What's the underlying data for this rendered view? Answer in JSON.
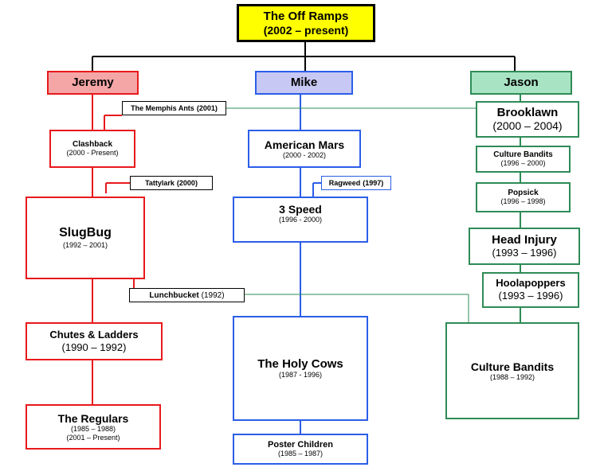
{
  "root": {
    "name": "The Off Ramps",
    "years": "(2002 – present)"
  },
  "members": {
    "jeremy": "Jeremy",
    "mike": "Mike",
    "jason": "Jason"
  },
  "jeremy_bands": {
    "clashback": {
      "name": "Clashback",
      "years": "(2000 - Present)"
    },
    "slugbug": {
      "name": "SlugBug",
      "years": "(1992 – 2001)"
    },
    "chutes": {
      "name": "Chutes & Ladders",
      "years": "(1990 – 1992)"
    },
    "regulars": {
      "name": "The Regulars",
      "years": "(1985 – 1988)",
      "years2": "(2001 – Present)"
    }
  },
  "mike_bands": {
    "american_mars": {
      "name": "American Mars",
      "years": "(2000 - 2002)"
    },
    "three_speed": {
      "name": "3 Speed",
      "years": "(1996 - 2000)"
    },
    "holy_cows": {
      "name": "The Holy Cows",
      "years": "(1987 - 1996)"
    },
    "poster_children": {
      "name": "Poster Children",
      "years": "(1985 – 1987)"
    }
  },
  "jason_bands": {
    "brooklawn": {
      "name": "Brooklawn",
      "years": "(2000 – 2004)"
    },
    "culture_bandits_a": {
      "name": "Culture Bandits",
      "years": "(1996 – 2000)"
    },
    "popsick": {
      "name": "Popsick",
      "years": "(1996 – 1998)"
    },
    "head_injury": {
      "name": "Head Injury",
      "years": "(1993 – 1996)"
    },
    "hoolapoppers": {
      "name": "Hoolapoppers",
      "years": "(1993 – 1996)"
    },
    "culture_bandits_b": {
      "name": "Culture Bandits",
      "years": "(1988 – 1992)"
    }
  },
  "connectors": {
    "memphis_ants": {
      "name": "The Memphis Ants",
      "years": "(2001)"
    },
    "tattylark": {
      "name": "Tattylark",
      "years": "(2000)"
    },
    "ragweed": {
      "name": "Ragweed",
      "years": "(1997)"
    },
    "lunchbucket": {
      "name": "Lunchbucket",
      "years": "(1992)"
    }
  },
  "colors": {
    "jeremy": "#e8191c",
    "mike": "#2b5ee8",
    "jason": "#2e8b57",
    "root_fill": "#ffff00",
    "jeremy_fill": "#f4a6a6",
    "mike_fill": "#c8c8f4",
    "jason_fill": "#a8e4c4"
  }
}
